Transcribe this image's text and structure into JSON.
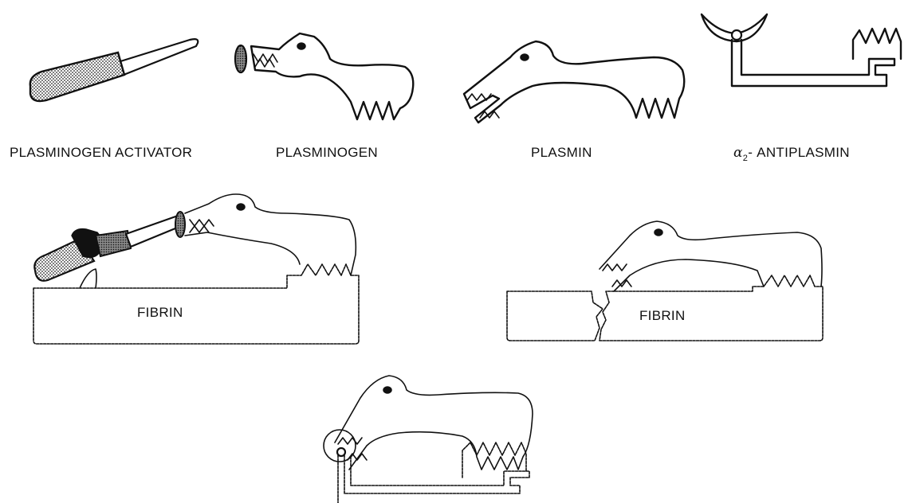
{
  "labels": {
    "plasminogen_activator": "PLASMINOGEN ACTIVATOR",
    "plasminogen": "PLASMINOGEN",
    "plasmin": "PLASMIN",
    "antiplasmin_prefix": "α",
    "antiplasmin_sub": "2",
    "antiplasmin_suffix": "- ANTIPLASMIN",
    "fibrin_left": "FIBRIN",
    "fibrin_right": "FIBRIN"
  },
  "colors": {
    "ink": "#111111",
    "background": "#ffffff"
  }
}
